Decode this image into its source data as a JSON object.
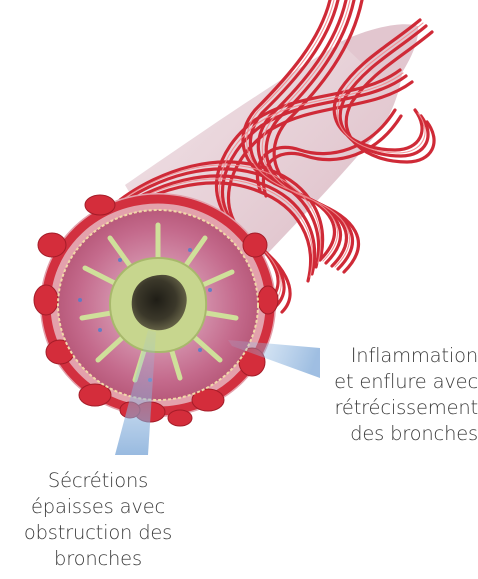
{
  "labels": {
    "inflammation": {
      "line1": "Inflammation",
      "line2": "et enflure avec",
      "line3": "rétrécissement",
      "line4": "des bronches"
    },
    "secretions": {
      "line1": "Sécrétions",
      "line2": "épaisses avec",
      "line3": "obstruction des",
      "line4": "bronches"
    }
  },
  "colors": {
    "muscle": "#d9343f",
    "muscle_light": "#ef6a70",
    "tube_wall": "#ead6dc",
    "mucosa": "#c9708f",
    "secretion": "#c8d48a",
    "lumen": "#2c2a1e",
    "pointer": "#8fb6df"
  }
}
